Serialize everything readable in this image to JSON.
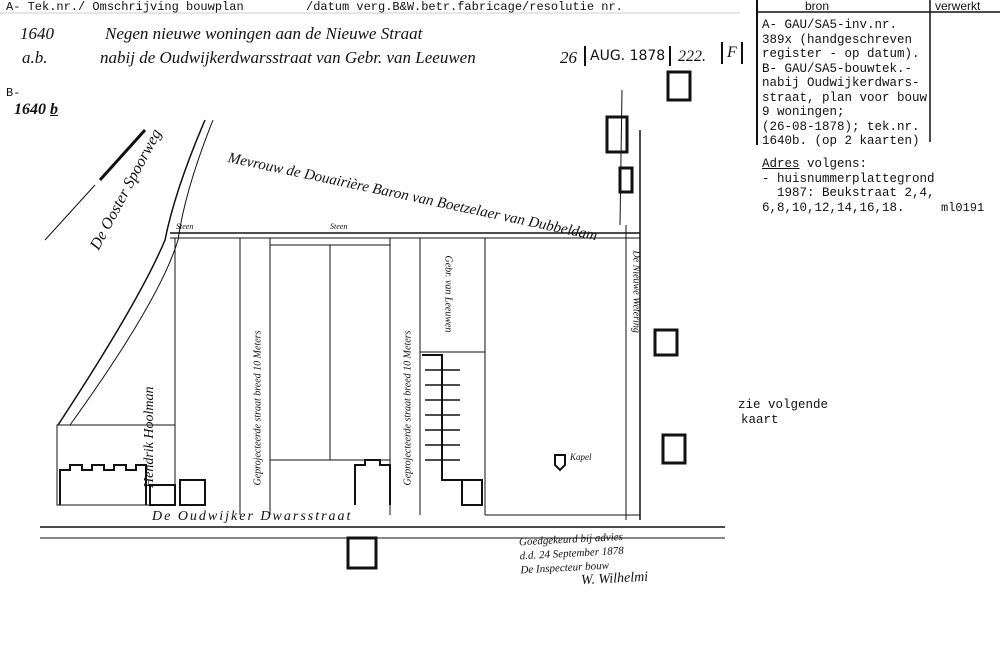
{
  "header": {
    "left": "A- Tek.nr./ Omschrijving bouwplan",
    "middle": "/datum verg.B&W.betr.fabricage/resolutie nr.",
    "col_bron": "bron",
    "col_verwerkt": "verwerkt"
  },
  "entry": {
    "teknr": "1640",
    "line1": "Negen nieuwe woningen aan de Nieuwe Straat",
    "ab": "a.b.",
    "line2": "nabij de Oudwijkerdwarsstraat van Gebr. van Leeuwen",
    "day": "26",
    "date_stamp": "AUG. 1878",
    "res": "222.",
    "fabricage": "F"
  },
  "b_label": "B-",
  "b_number": "1640",
  "b_suffix": "b",
  "bron": [
    "A- GAU/SA5-inv.nr.",
    "389x (handgeschreven",
    "register - op datum).",
    "B- GAU/SA5-bouwtek.-",
    "nabij Oudwijkerdwars-",
    "straat, plan voor bouw",
    "9 woningen;",
    "(26-08-1878); tek.nr.",
    "1640b. (op 2 kaarten)"
  ],
  "adres": {
    "label": "Adres",
    "rest": " volgens:",
    "lines": [
      "- huisnummerplattegrond",
      "  1987: Beukstraat 2,4,",
      "6,8,10,12,14,16,18."
    ],
    "code": "ml0191"
  },
  "note": [
    "zie volgende",
    "kaart"
  ],
  "map": {
    "owner": "Mevrouw de Douairière Baron van Boetzelaer van Dubbeldam",
    "railway": "De Ooster Spoorweg",
    "neighbour": "Hendrik Hoolman",
    "street_proj": "Geprojecteerde straat breed 10 Meters",
    "builder": "Gebr. van Leeuwen",
    "street_bottom": "De Oudwijker Dwarsstraat",
    "right_road": "De Nieuwe Wetering",
    "steen": "Steen",
    "kapel": "Kapel",
    "signature": [
      "Goedgekeurd bij advies",
      "d.d. 24 September 1878",
      "De Inspecteur bouw",
      "W. Wilhelmi"
    ]
  }
}
